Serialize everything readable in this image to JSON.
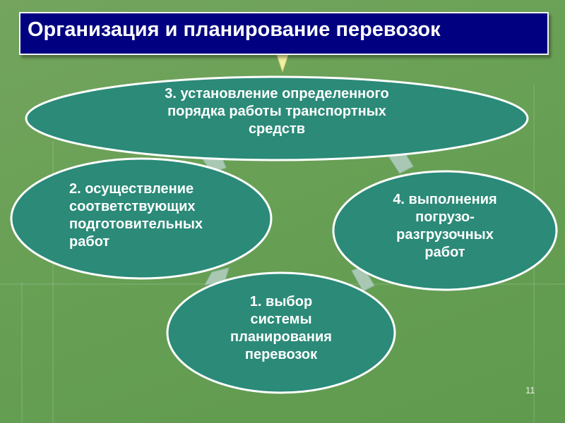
{
  "title": "Организация и планирование перевозок",
  "nodes": {
    "step1": "1. выбор\nсистемы\nпланирования\nперевозок",
    "step2": "2. осуществление\nсоответствующих\nподготовительных\nработ",
    "step3": "3. установление определенного\nпорядка работы транспортных\nсредств",
    "step4": "4. выполнения\nпогрузо-\nразгрузочных\nработ"
  },
  "page_number": "11",
  "colors": {
    "background": "#68a055",
    "title_fill": "#000080",
    "node_fill": "#2b8a78",
    "node_border": "#ffffff",
    "arrow_fill": "#a8c8b4",
    "title_arrow": "#f0f0a0"
  },
  "icons": [
    "cycle-arrow-icon",
    "down-arrow-icon"
  ]
}
